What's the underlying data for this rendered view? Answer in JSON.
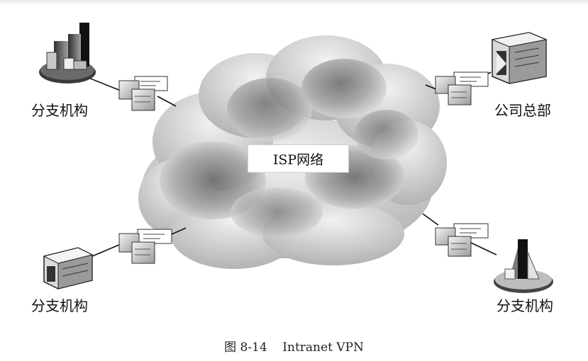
{
  "figure": {
    "caption": "图 8-14    Intranet VPN"
  },
  "network": {
    "label": "ISP网络"
  },
  "sites": {
    "top_left": "分支机构",
    "top_right": "公司总部",
    "bottom_left": "分支机构",
    "bottom_right": "分支机构"
  },
  "icons": {
    "router_stack": "vpn-gateway-icon",
    "top_left_building": "city-buildings-icon",
    "top_right_building": "headquarters-building-icon",
    "bottom_left_building": "warehouse-building-icon",
    "bottom_right_building": "tower-building-icon"
  },
  "colors": {
    "cloud_light": "#e8e8e8",
    "cloud_dark": "#6e6e6e",
    "line": "#111111"
  }
}
